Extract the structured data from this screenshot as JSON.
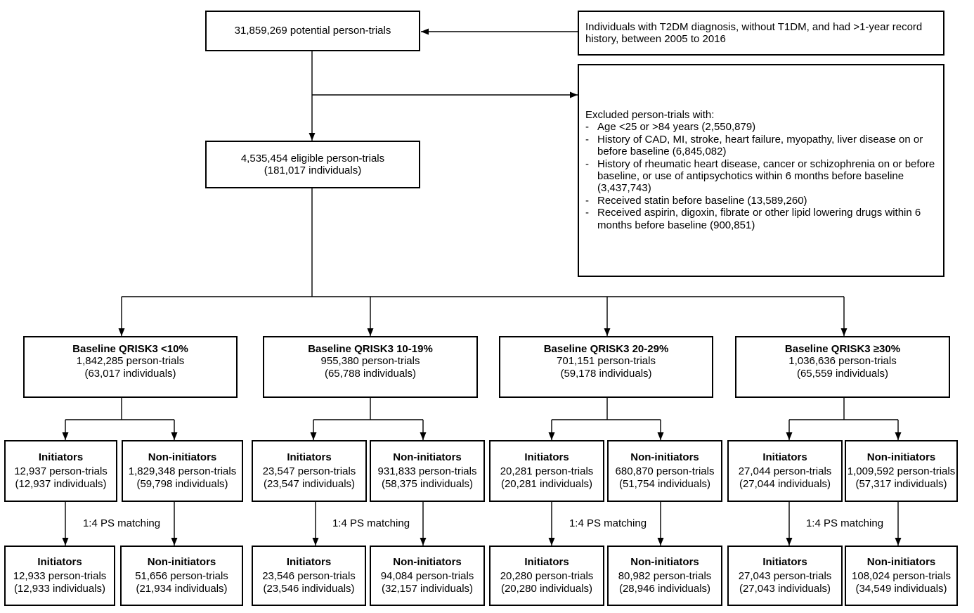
{
  "source_box": {
    "text": "31,859,269 potential person-trials"
  },
  "criteria_box": {
    "text": "Individuals with T2DM diagnosis, without T1DM, and had >1-year record history, between 2005 to 2016"
  },
  "eligible_box": {
    "line1": "4,535,454 eligible person-trials",
    "line2": "(181,017 individuals)"
  },
  "exclusion_box": {
    "heading": "Excluded person-trials with:",
    "bullet": "-",
    "items": [
      "Age <25 or >84 years (2,550,879)",
      "History of CAD, MI, stroke, heart failure, myopathy, liver disease on or before baseline (6,845,082)",
      "History of rheumatic heart disease, cancer or schizophrenia on or before baseline, or use of antipsychotics within 6 months before baseline (3,437,743)",
      "Received statin before baseline (13,589,260)",
      "Received aspirin, digoxin, fibrate or other lipid lowering drugs within 6 months before baseline (900,851)"
    ]
  },
  "groups": [
    {
      "title": "Baseline QRISK3 <10%",
      "trials": "1,842,285 person-trials",
      "individuals": "(63,017 individuals)",
      "matching_label": "1:4 PS matching",
      "initiators": {
        "title": "Initiators",
        "trials": "12,937 person-trials",
        "individuals": "(12,937 individuals)"
      },
      "non_initiators": {
        "title": "Non-initiators",
        "trials": "1,829,348 person-trials",
        "individuals": "(59,798 individuals)"
      },
      "matched_initiators": {
        "title": "Initiators",
        "trials": "12,933 person-trials",
        "individuals": "(12,933 individuals)"
      },
      "matched_non_initiators": {
        "title": "Non-initiators",
        "trials": "51,656 person-trials",
        "individuals": "(21,934 individuals)"
      }
    },
    {
      "title": "Baseline QRISK3 10-19%",
      "trials": "955,380 person-trials",
      "individuals": "(65,788 individuals)",
      "matching_label": "1:4 PS matching",
      "initiators": {
        "title": "Initiators",
        "trials": "23,547 person-trials",
        "individuals": "(23,547 individuals)"
      },
      "non_initiators": {
        "title": "Non-initiators",
        "trials": "931,833 person-trials",
        "individuals": "(58,375 individuals)"
      },
      "matched_initiators": {
        "title": "Initiators",
        "trials": "23,546 person-trials",
        "individuals": "(23,546 individuals)"
      },
      "matched_non_initiators": {
        "title": "Non-initiators",
        "trials": "94,084 person-trials",
        "individuals": "(32,157 individuals)"
      }
    },
    {
      "title": "Baseline QRISK3 20-29%",
      "trials": "701,151 person-trials",
      "individuals": "(59,178 individuals)",
      "matching_label": "1:4 PS matching",
      "initiators": {
        "title": "Initiators",
        "trials": "20,281 person-trials",
        "individuals": "(20,281 individuals)"
      },
      "non_initiators": {
        "title": "Non-initiators",
        "trials": "680,870 person-trials",
        "individuals": "(51,754 individuals)"
      },
      "matched_initiators": {
        "title": "Initiators",
        "trials": "20,280 person-trials",
        "individuals": "(20,280 individuals)"
      },
      "matched_non_initiators": {
        "title": "Non-initiators",
        "trials": "80,982 person-trials",
        "individuals": "(28,946 individuals)"
      }
    },
    {
      "title": "Baseline QRISK3 ≥30%",
      "trials": "1,036,636 person-trials",
      "individuals": "(65,559 individuals)",
      "matching_label": "1:4 PS matching",
      "initiators": {
        "title": "Initiators",
        "trials": "27,044 person-trials",
        "individuals": "(27,044 individuals)"
      },
      "non_initiators": {
        "title": "Non-initiators",
        "trials": "1,009,592 person-trials",
        "individuals": "(57,317 individuals)"
      },
      "matched_initiators": {
        "title": "Initiators",
        "trials": "27,043 person-trials",
        "individuals": "(27,043 individuals)"
      },
      "matched_non_initiators": {
        "title": "Non-initiators",
        "trials": "108,024 person-trials",
        "individuals": "(34,549 individuals)"
      }
    }
  ]
}
